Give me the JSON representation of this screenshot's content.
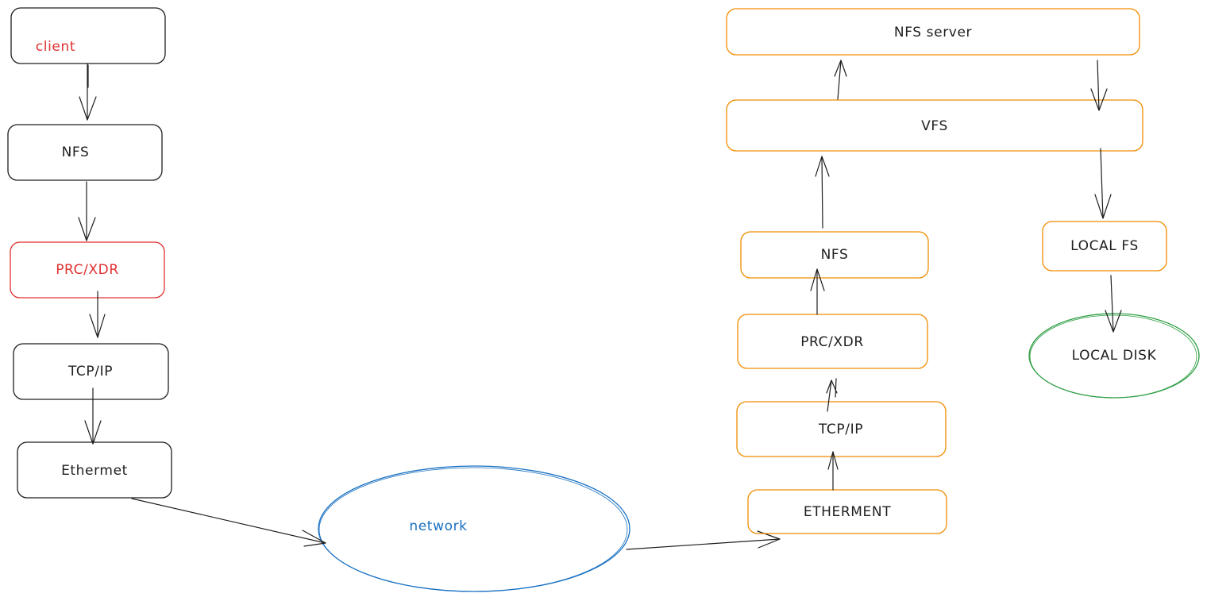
{
  "colors": {
    "black": "#1e1e1e",
    "red": "#e03131",
    "orange": "#f08c00",
    "blue": "#1971c2",
    "green": "#2f9e44"
  },
  "client": {
    "client": "client",
    "nfs": "NFS",
    "rpc": "PRC/XDR",
    "tcp": "TCP/IP",
    "eth": "Ethermet"
  },
  "network": {
    "label": "network"
  },
  "server": {
    "nfs_server": "NFS server",
    "vfs": "VFS",
    "nfs": "NFS",
    "rpc": "PRC/XDR",
    "tcp": "TCP/IP",
    "eth": "ETHERMENT",
    "local_fs": "LOCAL FS",
    "local_disk": "LOCAL DISK"
  }
}
